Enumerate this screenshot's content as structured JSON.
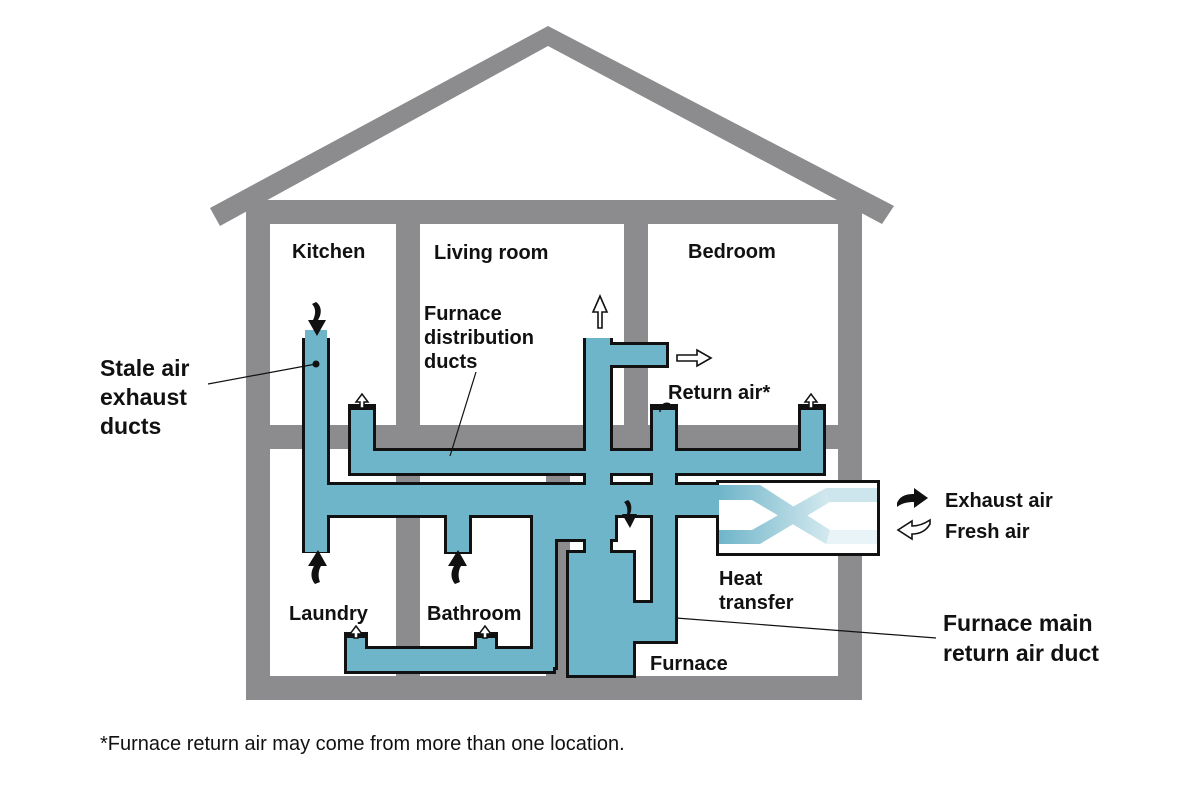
{
  "colors": {
    "house": "#8c8c8f",
    "duct": "#6fb5c9",
    "duct_outline": "#111111",
    "ink": "#111111",
    "background": "#ffffff"
  },
  "rooms": {
    "kitchen": "Kitchen",
    "living_room": "Living room",
    "bedroom": "Bedroom",
    "laundry": "Laundry",
    "bathroom": "Bathroom"
  },
  "labels": {
    "distribution_ducts": [
      "Furnace",
      "distribution",
      "ducts"
    ],
    "return_air": "Return air*",
    "stale_air": [
      "Stale air",
      "exhaust",
      "ducts"
    ],
    "exhaust_air": "Exhaust air",
    "fresh_air": "Fresh air",
    "heat_transfer": [
      "Heat",
      "transfer"
    ],
    "furnace": "Furnace",
    "main_return": [
      "Furnace main",
      "return air duct"
    ]
  },
  "footnote": "*Furnace return air may come from more than one location.",
  "icons": {
    "down_arrow": "solid-curved-down-arrow-icon",
    "up_arrow": "solid-curved-up-arrow-icon",
    "supply_outlet": "hollow-up-arrow-icon",
    "exhaust_out": "solid-right-arrow-icon",
    "fresh_in": "hollow-left-arrow-icon"
  }
}
